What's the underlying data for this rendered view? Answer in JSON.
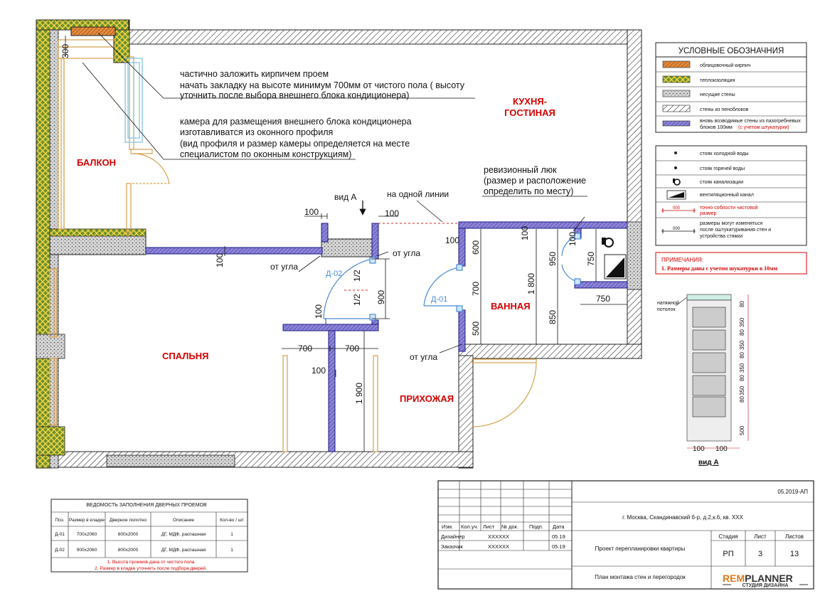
{
  "rooms": {
    "balcony": "БАЛКОН",
    "kitchen_line1": "КУХНЯ-",
    "kitchen_line2": "ГОСТИНАЯ",
    "bedroom": "СПАЛЬНЯ",
    "bathroom": "ВАННАЯ",
    "hallway": "ПРИХОЖАЯ"
  },
  "notes": {
    "note1": [
      "частично заложить кирпичем проем",
      "начать закладку на высоте минимум 700мм от чистого пола ( высоту",
      "уточнить после выбора внешнего блока кондиционера)"
    ],
    "note2": [
      "камера для размещения внешнего блока кондиционера",
      "изготавливатся из оконного профиля",
      "(вид профиля и размер камеры определяется на месте",
      "специалистом по оконным конструкциям)"
    ],
    "revision": [
      "ревизионный люк",
      "(размер и расположение",
      "определить по месту)"
    ],
    "view_a": "вид А",
    "one_line": "на одной линии",
    "from_corner": "от угла"
  },
  "doors": {
    "d01": "Д-01",
    "d02": "Д-02"
  },
  "dimensions": {
    "d100": "100",
    "d300": "300",
    "d500": "500",
    "d600": "600",
    "d700": "700",
    "d750": "750",
    "d850": "850",
    "d900": "900",
    "d950": "950",
    "d1800": "1 800",
    "d1900": "1 900",
    "half": "1/2"
  },
  "legend": {
    "title": "УСЛОВНЫЕ ОБОЗНАЧНИЯ",
    "items": [
      "облицовочный кирпич",
      "теплоизоляция",
      "несущие стены",
      "стены из пеноблоков",
      "вновь возводимые стены из пазогребневых",
      "блоков 100мм",
      "(с учетом штукатурки)"
    ],
    "items2": [
      "стояк холодной воды",
      "стояк горячей воды",
      "стояк канализации",
      "вентиляционный канал",
      "точно соблости чистовой",
      "размер",
      "размеры могут изменяться",
      "после оштукатуривания стен и",
      "устройства стяжки"
    ],
    "dim_label": "000",
    "notes_title": "ПРИМЕЧАНИЯ:",
    "notes_line": "1. Размеры даны с учетом шукатурки в 10мм"
  },
  "section": {
    "ceiling": [
      "натяжной",
      "потолок"
    ],
    "dims": [
      "80",
      "350",
      "80",
      "350",
      "80",
      "350",
      "80",
      "350",
      "80",
      "500"
    ],
    "bottom": [
      "100",
      "100"
    ],
    "label": "вид А"
  },
  "door_table": {
    "title": "ВЕДОМОСТЬ ЗАПОЛНЕНИЯ ДВЕРНЫХ ПРОЕМОВ",
    "headers": [
      "Поз.",
      "Размер в кладке",
      "Дверное полотно",
      "Описание",
      "Кол-во / шт"
    ],
    "rows": [
      [
        "Д-01",
        "700х2060",
        "600х2000",
        "ДГ, МДФ, распашная",
        "1"
      ],
      [
        "Д-02",
        "900х2060",
        "800х2000",
        "ДГ, МДФ, распашная",
        "1"
      ]
    ],
    "notes": [
      "1. Высота проемов дана от чистого пола",
      "2. Размер в кладке уточнить после подбора дверей."
    ]
  },
  "title_block": {
    "code": "05.2019-АП",
    "address": "г. Москва, Скандинавский б-р, д.2,к.6, кв. ХХХ",
    "headers": [
      "Изм.",
      "Кол.уч.",
      "Лист",
      "№ док.",
      "Подп.",
      "Дата"
    ],
    "designer": "Дизайнер",
    "designer_name": "ХХХХХХ",
    "designer_date": "05.19",
    "client": "Заказчик",
    "client_name": "ХХХХХХ",
    "client_date": "05.19",
    "project": "Проект перепланировки квартиры",
    "stage_h": "Стадия",
    "sheet_h": "Лист",
    "sheets_h": "Листов",
    "stage": "РП",
    "sheet": "3",
    "sheets": "13",
    "drawing": "План монтажа стен и перегородок",
    "logo_1": "REM",
    "logo_2": "PLANNER",
    "logo_sub": "СТУДИЯ ДИЗАЙНА"
  }
}
